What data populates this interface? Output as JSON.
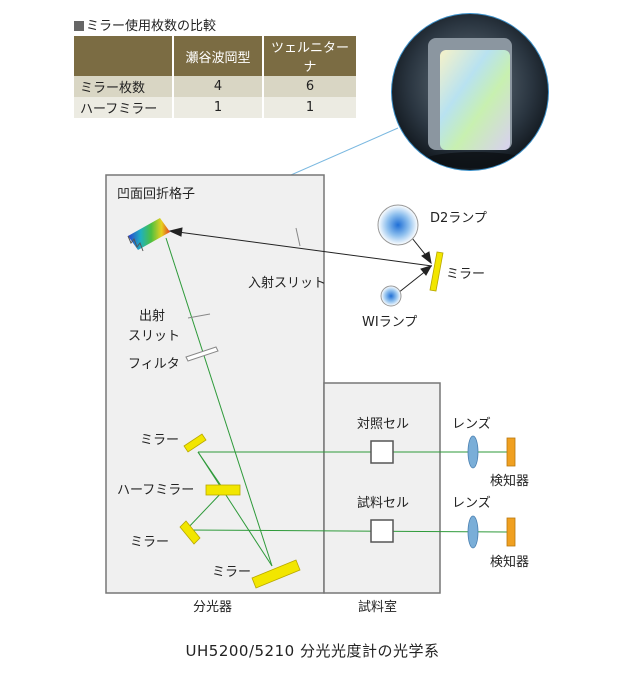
{
  "table": {
    "title": "ミラー使用枚数の比較",
    "headers": [
      "",
      "瀬谷波岡型",
      "ツェルニターナ"
    ],
    "rows": [
      {
        "label": "ミラー枚数",
        "values": [
          "4",
          "6"
        ]
      },
      {
        "label": "ハーフミラー",
        "values": [
          "1",
          "1"
        ]
      }
    ]
  },
  "labels": {
    "grating": "凹面回折格子",
    "entrance_slit": "入射スリット",
    "exit_slit_line1": "出射",
    "exit_slit_line2": "スリット",
    "filter": "フィルタ",
    "d2_lamp": "D2ランプ",
    "wi_lamp": "WIランプ",
    "lamp_mirror": "ミラー",
    "mirror_upper": "ミラー",
    "half_mirror": "ハーフミラー",
    "mirror_lower": "ミラー",
    "mirror_bottom": "ミラー",
    "reference_cell": "対照セル",
    "sample_cell": "試料セル",
    "lens_upper": "レンズ",
    "lens_lower": "レンズ",
    "detector_upper": "検知器",
    "detector_lower": "検知器",
    "spectrometer": "分光器",
    "sample_room": "試料室"
  },
  "caption": "UH5200/5210 分光光度計の光学系",
  "colors": {
    "beam": "#2e9a3a",
    "mirror": "#f2e600",
    "detector": "#f0a020",
    "lens": "#7aaed8",
    "box_border": "#777777",
    "box_fill": "#f0f0f0",
    "table_header": "#7b6c43"
  }
}
